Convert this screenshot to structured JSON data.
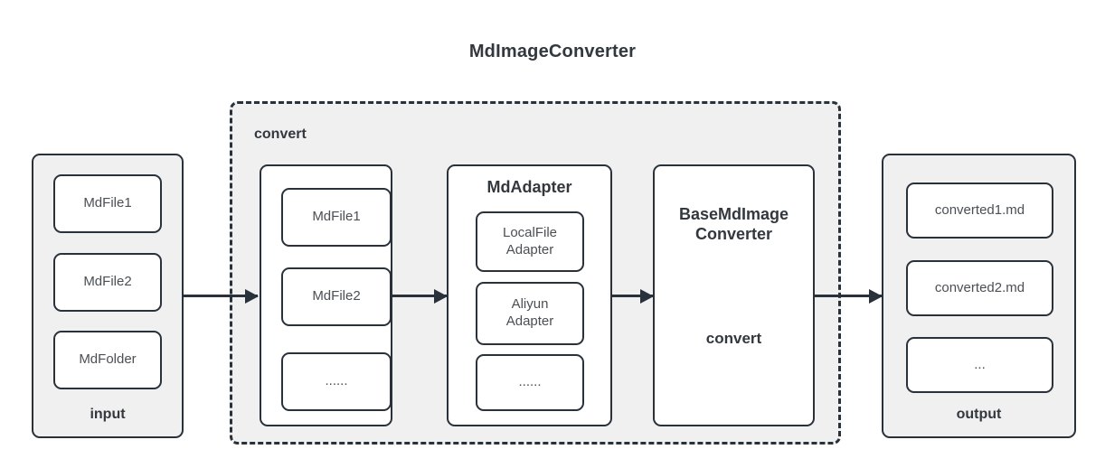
{
  "diagram": {
    "title": "MdImageConverter",
    "colors": {
      "stroke": "#29313a",
      "group_fill": "#f0f0f0",
      "node_fill": "#ffffff",
      "heading_text": "#32383e",
      "node_text": "#4b4f54",
      "page_background": "#ffffff"
    }
  },
  "input_group": {
    "caption": "input",
    "nodes": [
      {
        "label": "MdFile1"
      },
      {
        "label": "MdFile2"
      },
      {
        "label": "MdFolder"
      }
    ]
  },
  "convert_group": {
    "caption": "convert",
    "border_style": "dashed",
    "files_box": {
      "nodes": [
        {
          "label": "MdFile1"
        },
        {
          "label": "MdFile2"
        },
        {
          "label": "......"
        }
      ]
    },
    "adapter_box": {
      "heading": "MdAdapter",
      "nodes": [
        {
          "label": "LocalFile\nAdapter"
        },
        {
          "label": "Aliyun\nAdapter"
        },
        {
          "label": "......"
        }
      ]
    },
    "converter_box": {
      "heading": "BaseMdImage\nConverter",
      "method": "convert"
    }
  },
  "output_group": {
    "caption": "output",
    "nodes": [
      {
        "label": "converted1.md"
      },
      {
        "label": "converted2.md"
      },
      {
        "label": "..."
      }
    ]
  },
  "arrows": [
    {
      "name": "input-to-convert"
    },
    {
      "name": "files-to-adapter"
    },
    {
      "name": "adapter-to-converter"
    },
    {
      "name": "converter-to-output"
    }
  ]
}
